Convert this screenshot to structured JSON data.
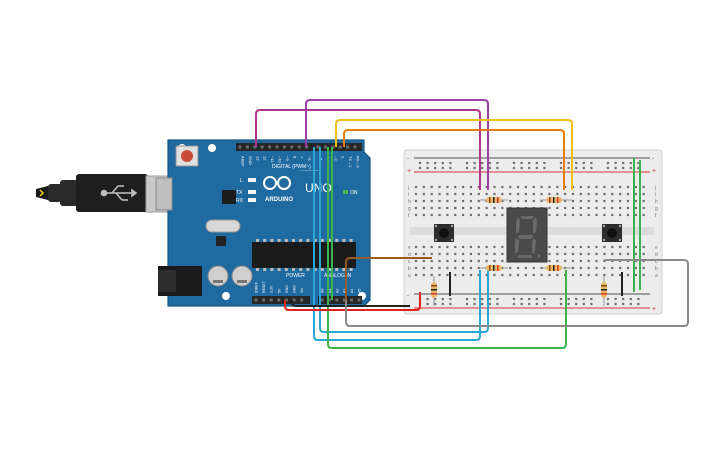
{
  "board": {
    "brand": "ARDUINO",
    "model": "UNO",
    "digital_label": "DIGITAL (PWM~)",
    "power_label": "POWER",
    "analog_label": "ANALOG IN",
    "on_label": "ON",
    "tx_label": "TX",
    "rx_label": "RX",
    "l_label": "L",
    "aref_label": "AREF",
    "gnd_label": "GND",
    "pin_labels": [
      "13",
      "12",
      "~11",
      "~10",
      "~9",
      "8",
      "7",
      "~6",
      "~5",
      "4",
      "~3",
      "2",
      "TX→1",
      "RX←0"
    ],
    "power_pins": [
      "IOREF",
      "RESET",
      "3.3V",
      "5V",
      "GND",
      "GND",
      "Vin"
    ],
    "analog_pins": [
      "A0",
      "A1",
      "A2",
      "A3",
      "A4",
      "A5"
    ]
  },
  "breadboard": {
    "row_letters_top": [
      "j",
      "i",
      "h",
      "g",
      "f"
    ],
    "row_letters_bottom": [
      "e",
      "d",
      "c",
      "b",
      "a"
    ],
    "rail_plus": "+",
    "rail_minus": "-"
  },
  "components": {
    "usb_cable": "usb-cable",
    "seven_segment_digit": "8.",
    "pushbuttons": 2,
    "resistors": 6
  },
  "wire_colors": {
    "purple": "#9b3ea8",
    "magenta": "#b0358f",
    "yellow": "#f2c014",
    "orange": "#e67e10",
    "green": "#3bb54a",
    "cyan": "#29a8d6",
    "red": "#e0231c",
    "black": "#222222",
    "brown": "#9a5a22",
    "gray": "#8a8a8a"
  }
}
